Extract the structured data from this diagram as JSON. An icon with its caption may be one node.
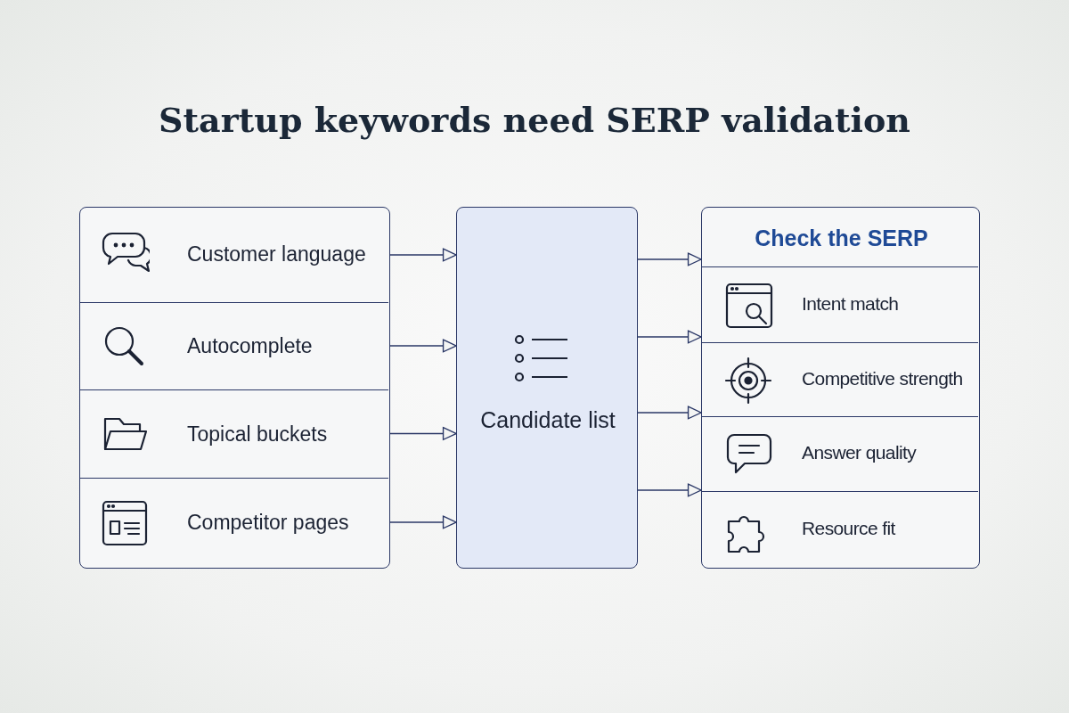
{
  "diagram": {
    "title": "Startup keywords need SERP validation",
    "nodes": [
      {
        "text": [],
        "shape": "box"
      },
      {
        "text": [
          "Customer language"
        ],
        "in": 0
      },
      {
        "text": [
          "Autocomplete"
        ],
        "in": 0
      },
      {
        "text": [
          "Topical buckets"
        ],
        "in": 0
      },
      {
        "text": [
          "Competitor pages"
        ],
        "in": 0
      },
      {
        "text": [
          "Candidate list"
        ]
      },
      {
        "text": [
          "Check the SERP"
        ]
      },
      {
        "text": [
          "Intent match"
        ],
        "in": 6
      },
      {
        "text": [
          "Competitive strength"
        ],
        "in": 6
      },
      {
        "text": [
          "Answer quality"
        ],
        "in": 6
      },
      {
        "text": [
          "Resource fit"
        ],
        "in": 6
      }
    ],
    "edges": [
      {
        "from": 1,
        "to": 5,
        "arrow": "to"
      },
      {
        "from": 2,
        "to": 5,
        "arrow": "to"
      },
      {
        "from": 3,
        "to": 5,
        "arrow": "to"
      },
      {
        "from": 4,
        "to": 5,
        "arrow": "to"
      },
      {
        "from": 5,
        "to": 6,
        "arrow": "to"
      },
      {
        "from": 5,
        "to": 6,
        "arrow": "to"
      },
      {
        "from": 5,
        "to": 6,
        "arrow": "to"
      },
      {
        "from": 5,
        "to": 6,
        "arrow": "to"
      }
    ]
  }
}
